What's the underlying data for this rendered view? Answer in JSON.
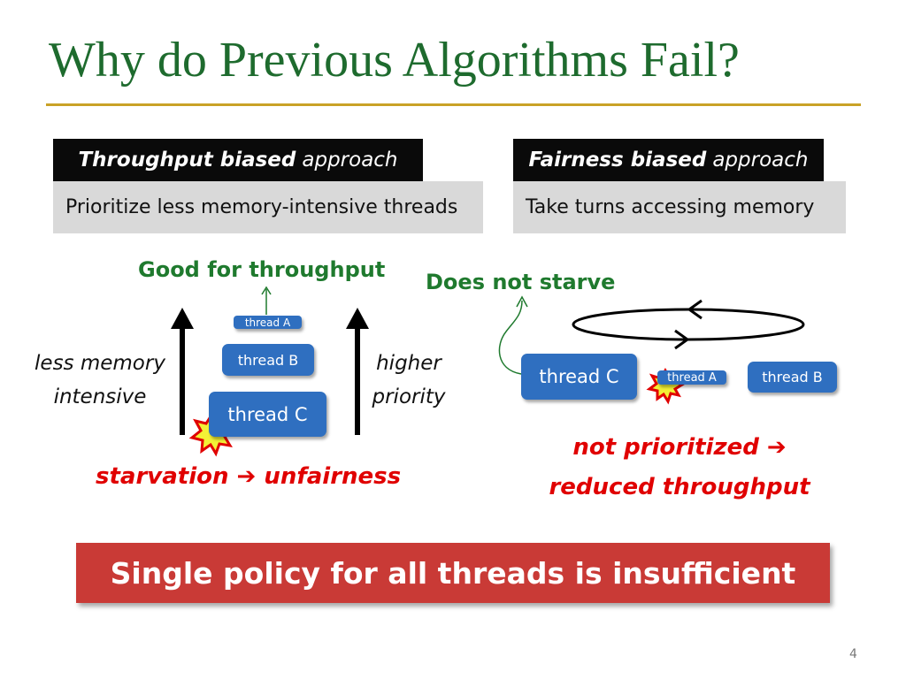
{
  "title": "Why do Previous Algorithms Fail?",
  "left": {
    "header_bold": "Throughput biased",
    "header_rest": "approach",
    "description": "Prioritize less memory-intensive threads",
    "benefit": "Good for throughput",
    "axis_left_line1": "less memory",
    "axis_left_line2": "intensive",
    "axis_right_line1": "higher",
    "axis_right_line2": "priority",
    "threads": [
      "thread A",
      "thread B",
      "thread C"
    ],
    "consequence_a": "starvation",
    "consequence_arrow": "➔",
    "consequence_b": "unfairness"
  },
  "right": {
    "header_bold": "Fairness biased",
    "header_rest": "approach",
    "description": "Take turns accessing memory",
    "benefit": "Does not starve",
    "threads": [
      "thread C",
      "thread A",
      "thread B"
    ],
    "consequence_line1": "not prioritized ➔",
    "consequence_line2": "reduced throughput"
  },
  "banner": "Single policy for all threads is insufficient",
  "page_number": "4",
  "colors": {
    "title_green": "#1e6b2e",
    "rule_gold": "#c9a227",
    "accent_green": "#1f7a2e",
    "alert_red": "#e00000",
    "thread_blue": "#2f6fc0",
    "banner_red": "#c93a36"
  },
  "icons": [
    "up-arrow-icon",
    "explosion-icon",
    "cycle-arrows-icon",
    "curved-arrow-icon"
  ]
}
